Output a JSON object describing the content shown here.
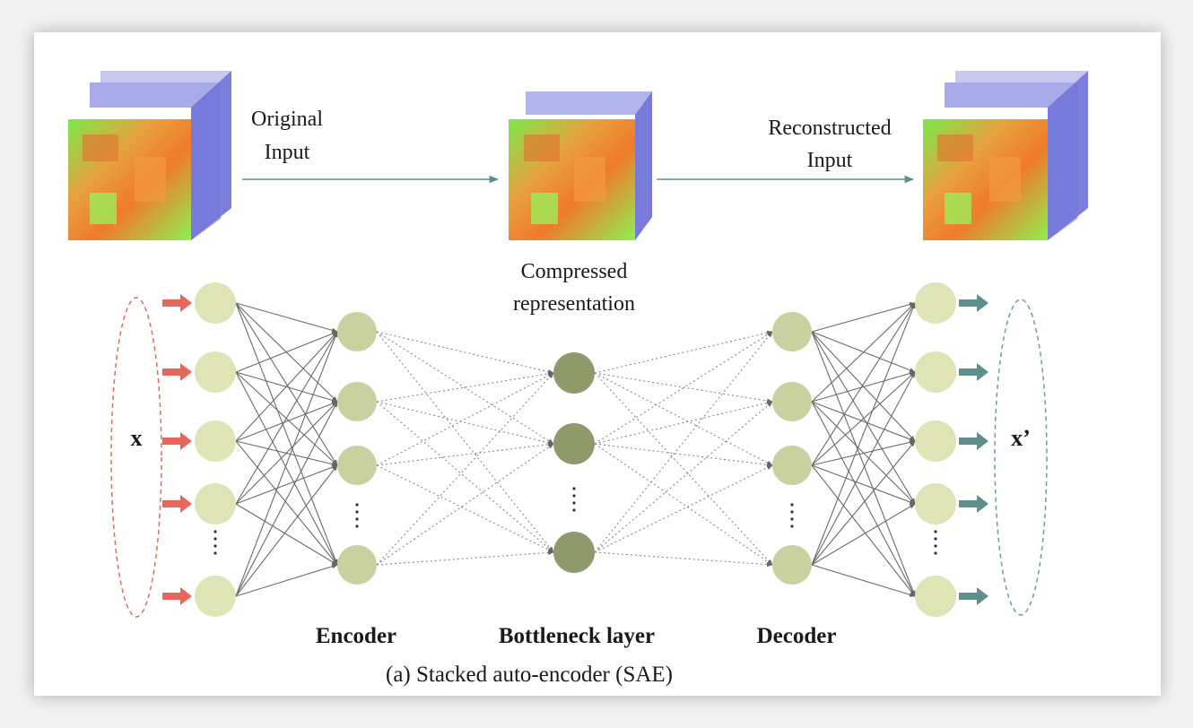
{
  "labels": {
    "original": [
      "Original",
      "Input"
    ],
    "compressed": [
      "Compressed",
      "representation"
    ],
    "reconstructed": [
      "Reconstructed",
      "Input"
    ],
    "input_var": "x",
    "output_var": "x’",
    "encoder": "Encoder",
    "bottleneck": "Bottleneck layer",
    "decoder": "Decoder",
    "caption": "(a) Stacked auto-encoder (SAE)"
  },
  "colors": {
    "input_node": "#dfe4b6",
    "hidden_node": "#c9d1a0",
    "bottleneck_node": "#8e9a6c",
    "input_arrow": "#e8665c",
    "output_arrow": "#5d8f8c",
    "input_ellipse": "#e06a64",
    "output_ellipse": "#6e9e9a",
    "cube_blue": "#8e8fde",
    "flow_arrow": "#5e8f8c"
  }
}
